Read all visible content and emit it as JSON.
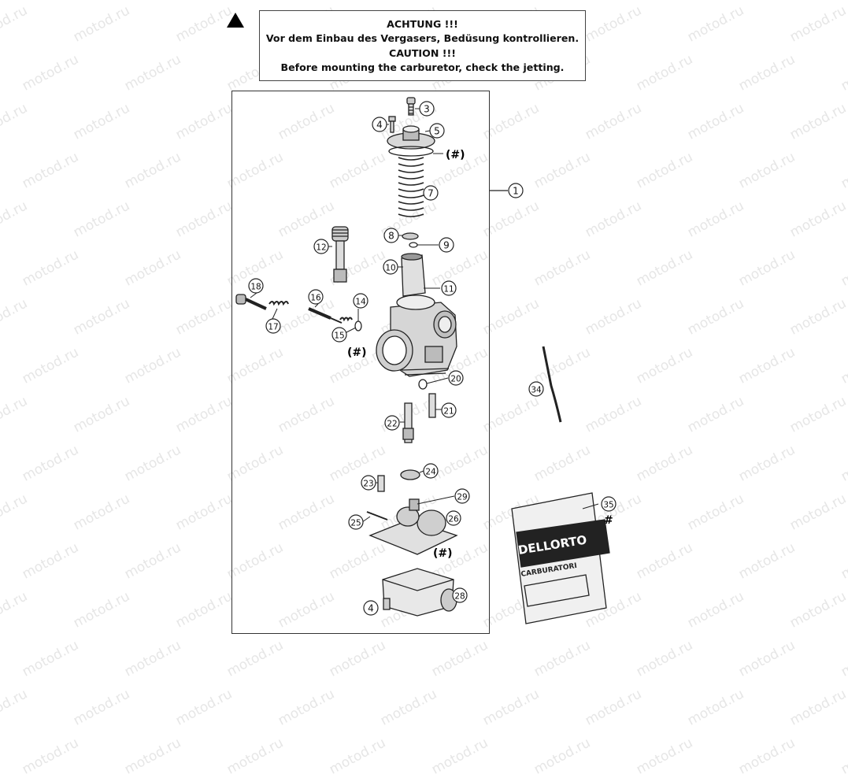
{
  "watermark": "motod.ru",
  "caution": {
    "line1": "ACHTUNG !!!",
    "line2": "Vor dem Einbau des Vergasers, Bedüsung kontrollieren.",
    "line3": "CAUTION !!!",
    "line4": "Before mounting the carburetor, check the jetting."
  },
  "callouts": [
    {
      "id": "c1",
      "label": "1"
    },
    {
      "id": "c3",
      "label": "3"
    },
    {
      "id": "c4a",
      "label": "4"
    },
    {
      "id": "c5",
      "label": "5"
    },
    {
      "id": "c7",
      "label": "7"
    },
    {
      "id": "c8",
      "label": "8"
    },
    {
      "id": "c9",
      "label": "9"
    },
    {
      "id": "c10",
      "label": "10"
    },
    {
      "id": "c11",
      "label": "11"
    },
    {
      "id": "c12",
      "label": "12"
    },
    {
      "id": "c14",
      "label": "14"
    },
    {
      "id": "c15",
      "label": "15"
    },
    {
      "id": "c16",
      "label": "16"
    },
    {
      "id": "c17",
      "label": "17"
    },
    {
      "id": "c18",
      "label": "18"
    },
    {
      "id": "c20",
      "label": "20"
    },
    {
      "id": "c21",
      "label": "21"
    },
    {
      "id": "c22",
      "label": "22"
    },
    {
      "id": "c23",
      "label": "23"
    },
    {
      "id": "c24",
      "label": "24"
    },
    {
      "id": "c25",
      "label": "25"
    },
    {
      "id": "c26",
      "label": "26"
    },
    {
      "id": "c28",
      "label": "28"
    },
    {
      "id": "c29",
      "label": "29"
    },
    {
      "id": "c34",
      "label": "34"
    },
    {
      "id": "c35",
      "label": "35"
    },
    {
      "id": "c4b",
      "label": "4"
    }
  ],
  "marks": {
    "hash_paren": "(#)",
    "hash": "#"
  },
  "package": {
    "brand": "DELLORTO",
    "sub": "CARBURATORI"
  }
}
